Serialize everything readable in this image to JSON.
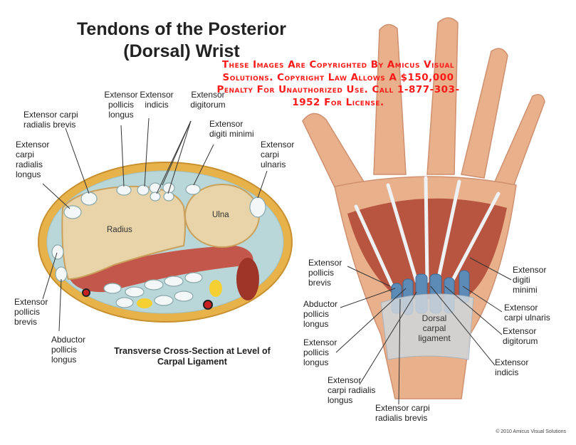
{
  "title": "Tendons of the Posterior (Dorsal) Wrist",
  "copyright_notice": "These Images Are Copyrighted By Amicus Visual Solutions. Copyright Law Allows A $150,000 Penalty For Unauthorized Use. Call 1-877-303-1952 For License.",
  "cross_section": {
    "caption": "Transverse Cross-Section at Level of Carpal Ligament",
    "bone_radius": "Radius",
    "bone_ulna": "Ulna",
    "labels": {
      "ext_carpi_radialis_brevis": "Extensor carpi\nradialis brevis",
      "ext_carpi_radialis_longus": "Extensor\ncarpi\nradialis\nlongus",
      "ext_pollicis_longus": "Extensor\npollicis\nlongus",
      "ext_indicis": "Extensor\nindicis",
      "ext_digitorum": "Extensor\ndigitorum",
      "ext_digiti_minimi": "Extensor\ndigiti minimi",
      "ext_carpi_ulnaris": "Extensor\ncarpi\nulnaris",
      "ext_pollicis_brevis": "Extensor\npollicis\nbrevis",
      "abductor_pollicis_longus": "Abductor\npollicis\nlongus"
    }
  },
  "hand": {
    "dorsal_carpal_ligament": "Dorsal\ncarpal\nligament",
    "labels": {
      "ext_pollicis_brevis": "Extensor\npollicis\nbrevis",
      "abductor_pollicis_longus": "Abductor\npollicis\nlongus",
      "ext_pollicis_longus": "Extensor\npollicis\nlongus",
      "ext_carpi_radialis_longus": "Extensor\ncarpi radialis\nlongus",
      "ext_carpi_radialis_brevis": "Extensor carpi\nradialis brevis",
      "ext_digiti_minimi": "Extensor\ndigiti\nminimi",
      "ext_carpi_ulnaris": "Extensor\ncarpi ulnaris",
      "ext_digitorum": "Extensor\ndigitorum",
      "ext_indicis": "Extensor\nindicis"
    }
  },
  "credit": "© 2010 Amicus Visual Solutions"
}
